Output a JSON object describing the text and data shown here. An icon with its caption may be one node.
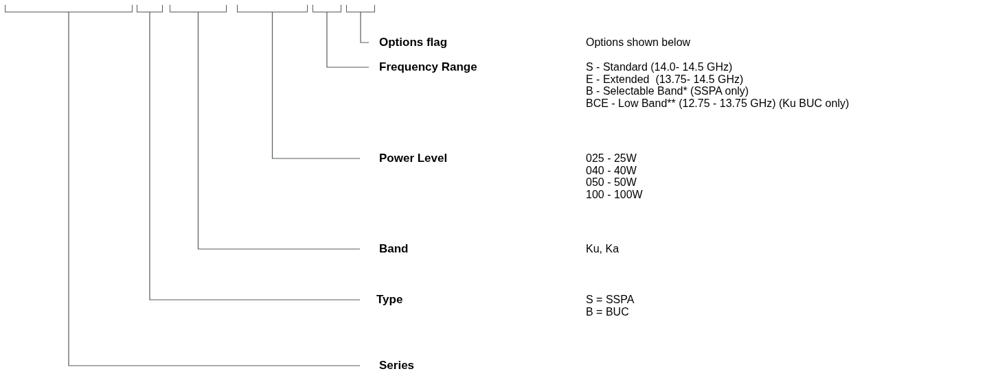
{
  "diagram": {
    "nodes": [
      {
        "text": [],
        "shape": "bracket"
      },
      {
        "text": [],
        "shape": "bracket"
      },
      {
        "text": [],
        "shape": "bracket"
      },
      {
        "text": [],
        "shape": "bracket"
      },
      {
        "text": [],
        "shape": "bracket"
      },
      {
        "text": [],
        "shape": "bracket"
      },
      {
        "text": [
          "Options flag"
        ]
      },
      {
        "text": [
          "Frequency Range"
        ]
      },
      {
        "text": [
          "Power Level"
        ]
      },
      {
        "text": [
          "Band"
        ]
      },
      {
        "text": [
          "Type"
        ]
      },
      {
        "text": [
          "Series"
        ]
      }
    ],
    "edges": [
      {
        "from": 6,
        "to": 5,
        "arrow": "none"
      },
      {
        "from": 7,
        "to": 4,
        "arrow": "none"
      },
      {
        "from": 8,
        "to": 3,
        "arrow": "none"
      },
      {
        "from": 9,
        "to": 2,
        "arrow": "none"
      },
      {
        "from": 10,
        "to": 1,
        "arrow": "none"
      },
      {
        "from": 11,
        "to": 0,
        "arrow": "none"
      }
    ],
    "labels": [
      "Options shown below",
      "S - Standard (14.0- 14.5 GHz)",
      "E - Extended  (13.75- 14.5 GHz)",
      "B - Selectable Band* (SSPA only)",
      "BCE - Low Band** (12.75 - 13.75 GHz) (Ku BUC only)",
      "025 - 25W",
      "040 - 40W",
      "050 - 50W",
      "100 - 100W",
      "Ku, Ka",
      "S = SSPA",
      "B = BUC"
    ]
  }
}
